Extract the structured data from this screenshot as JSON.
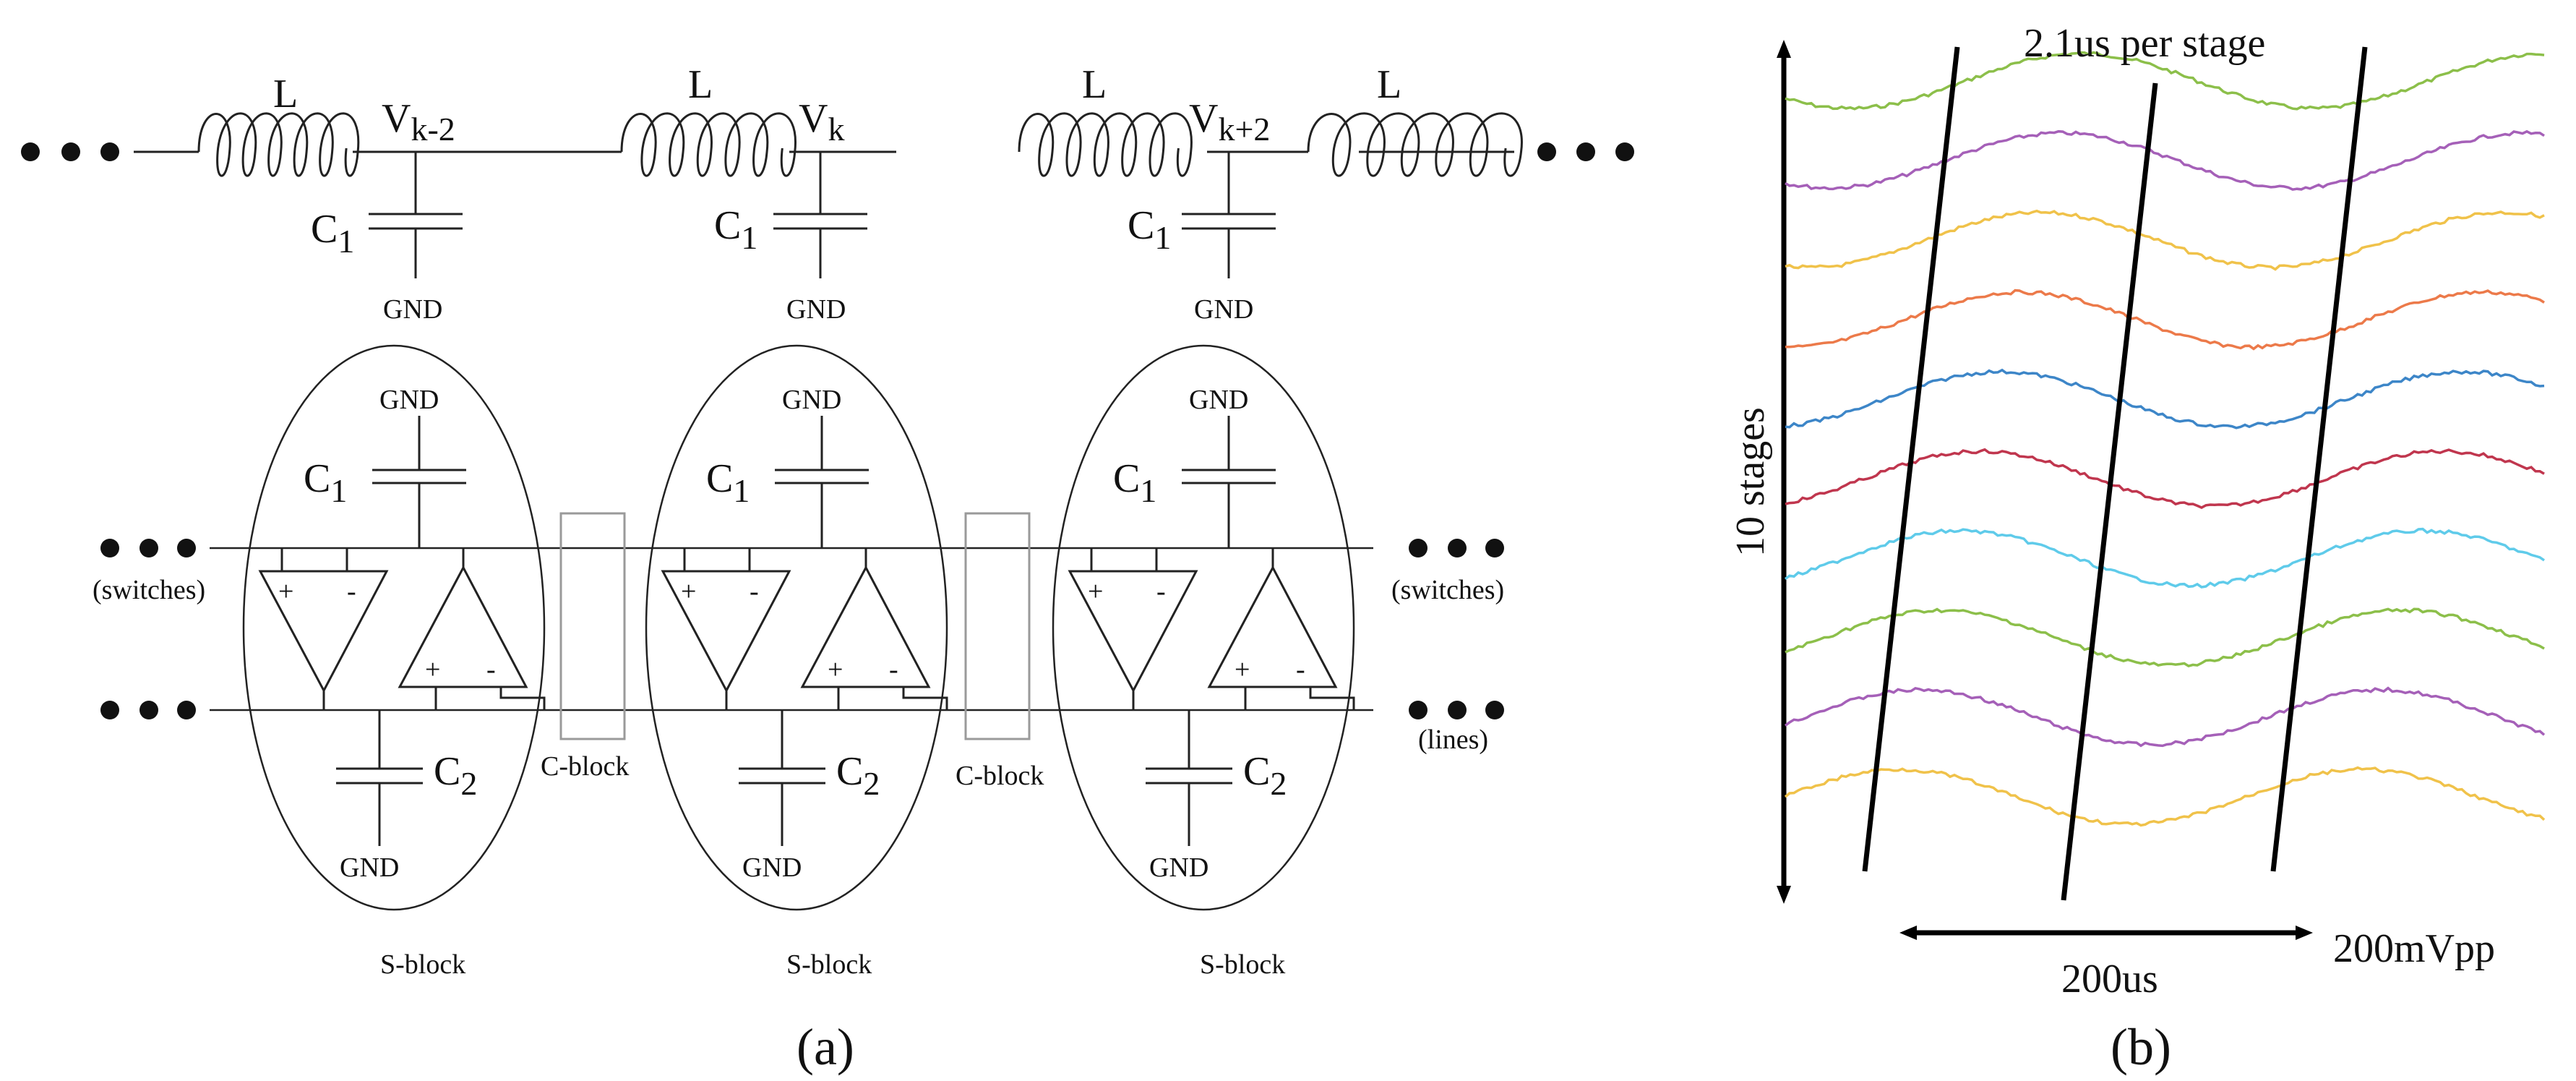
{
  "panel_a": {
    "caption": "(a)",
    "inductor_label": "L",
    "capacitor_1": "C",
    "capacitor_1_sub": "1",
    "capacitor_2": "C",
    "capacitor_2_sub": "2",
    "node_left": "V",
    "node_left_sub": "k-2",
    "node_mid": "V",
    "node_mid_sub": "k",
    "node_right": "V",
    "node_right_sub": "k+2",
    "ground": "GND",
    "switches_label": "(switches)",
    "lines_label": "(lines)",
    "c_block_label": "C-block",
    "s_block_label": "S-block",
    "plus_sign": "+",
    "minus_sign": "-"
  },
  "panel_b": {
    "caption": "(b)",
    "top_annotation": "2.1us per stage",
    "stages_annotation": "10 stages",
    "time_annotation": "200us",
    "amplitude_annotation": "200mVpp",
    "trace_colors": [
      "#8cbf4a",
      "#a560b8",
      "#f0c24a",
      "#ec7a4a",
      "#3d86c8",
      "#c0364e",
      "#5fcbea",
      "#8cbf4a",
      "#a560b8",
      "#f0c24a"
    ]
  }
}
